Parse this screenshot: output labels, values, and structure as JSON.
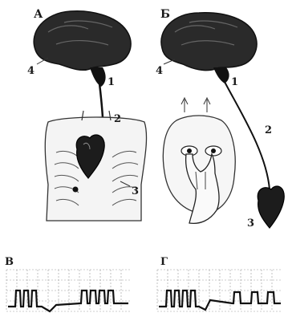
{
  "panels": {
    "a": {
      "letter": "А",
      "numbers": [
        "1",
        "2",
        "3",
        "4"
      ]
    },
    "b": {
      "letter": "Б",
      "numbers": [
        "1",
        "2",
        "3",
        "4"
      ]
    }
  },
  "traces": {
    "v": {
      "letter": "В"
    },
    "g": {
      "letter": "Г"
    }
  },
  "colors": {
    "ink": "#1a1a1a",
    "grid": "#9a9a9a",
    "background": "#ffffff"
  }
}
